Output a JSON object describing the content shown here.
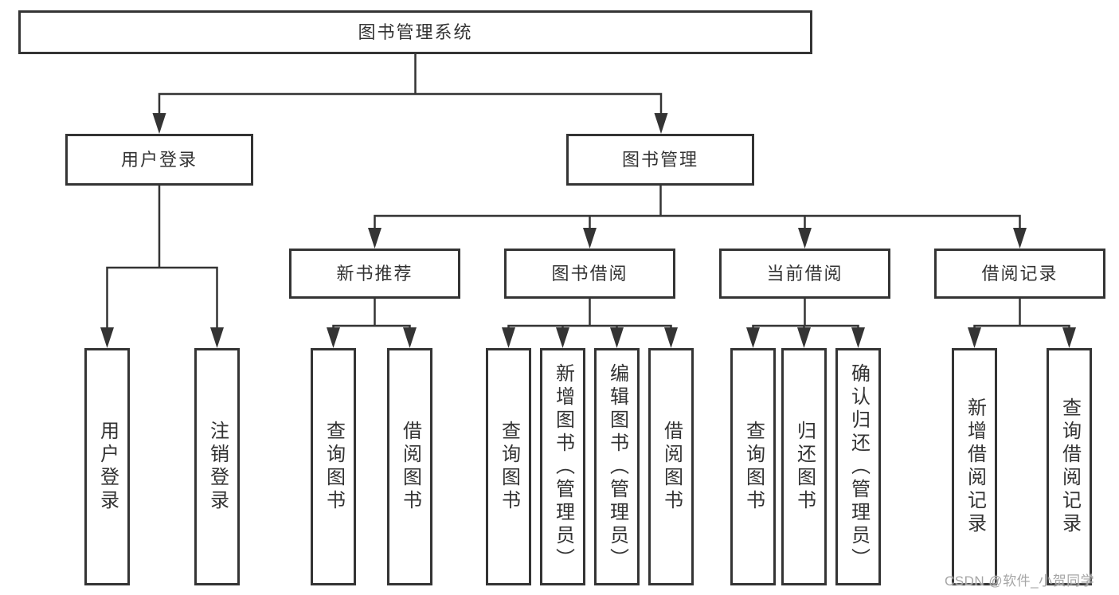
{
  "diagram": {
    "root": {
      "label": "图书管理系统"
    },
    "children": [
      {
        "label": "用户登录",
        "children": [
          {
            "label": "用户登录"
          },
          {
            "label": "注销登录"
          }
        ]
      },
      {
        "label": "图书管理",
        "children": [
          {
            "label": "新书推荐",
            "children": [
              {
                "label": "查询图书"
              },
              {
                "label": "借阅图书"
              }
            ]
          },
          {
            "label": "图书借阅",
            "children": [
              {
                "label": "查询图书"
              },
              {
                "label": "新增图书（管理员）"
              },
              {
                "label": "编辑图书（管理员）"
              },
              {
                "label": "借阅图书"
              }
            ]
          },
          {
            "label": "当前借阅",
            "children": [
              {
                "label": "查询图书"
              },
              {
                "label": "归还图书"
              },
              {
                "label": "确认归还（管理员）"
              }
            ]
          },
          {
            "label": "借阅记录",
            "children": [
              {
                "label": "新增借阅记录"
              },
              {
                "label": "查询借阅记录"
              }
            ]
          }
        ]
      }
    ]
  },
  "watermark": {
    "text": "CSDN @软件_小贺同学"
  },
  "colors": {
    "line": "#343434",
    "text": "#333333",
    "watermark": "#a6a6a6",
    "background": "#ffffff"
  }
}
